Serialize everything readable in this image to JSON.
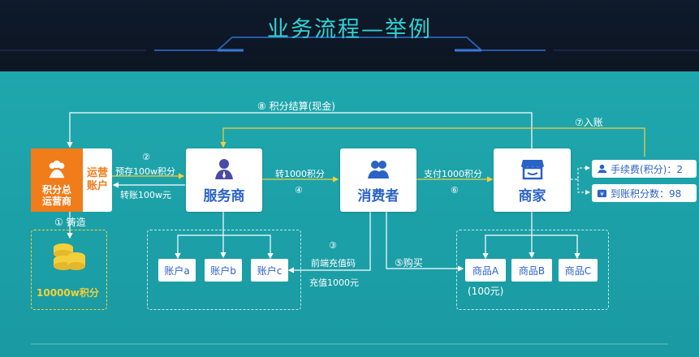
{
  "title": "业务流程—举例",
  "nodes": {
    "operator_main": [
      "积分总",
      "运营商"
    ],
    "operator_side": [
      "运营",
      "账户"
    ],
    "service_provider": "服务商",
    "consumer": "消费者",
    "merchant": "商家",
    "coin": "10000w积分"
  },
  "sub_accounts": [
    "账户a",
    "账户b",
    "账户c"
  ],
  "products": [
    "商品A",
    "商品B",
    "商品C"
  ],
  "product_price": "(100元)",
  "fees": {
    "fee_label": "手续费(积分)：2",
    "received_label": "到账积分数：98"
  },
  "steps": {
    "mint": "① 铸造",
    "deposit_num": "②",
    "deposit": "预存100w积分",
    "transfer_back": "转账100w元",
    "transfer_consumer": "转1000积分",
    "step4": "④",
    "step3": "③",
    "recharge_code": "前端充值码",
    "recharge": "充值1000元",
    "pay": "支付1000积分",
    "step6": "⑥",
    "buy": "⑤购买",
    "settle": "⑧ 积分结算(现金)",
    "income": "⑦入账"
  }
}
